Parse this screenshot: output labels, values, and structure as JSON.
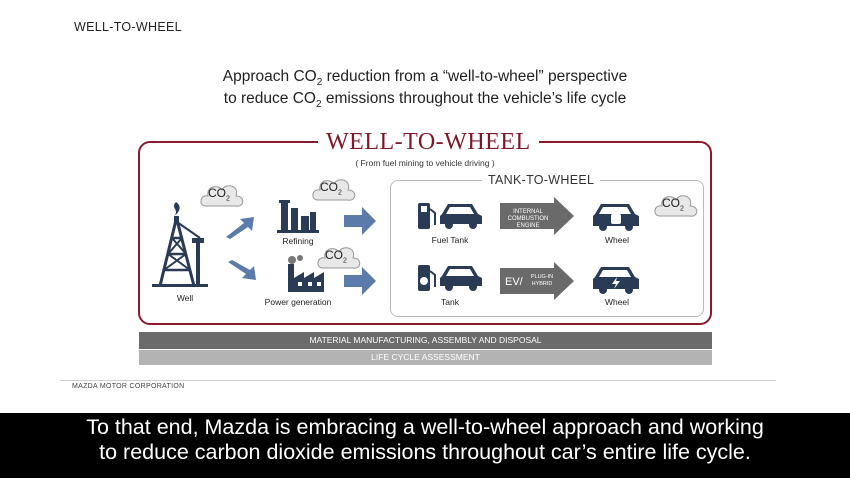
{
  "slide": {
    "header": "WELL-TO-WHEEL",
    "headline_line1_pre": "Approach CO",
    "headline_line1_sub": "2",
    "headline_line1_post": " reduction from a “well-to-wheel” perspective",
    "headline_line2_pre": "to reduce CO",
    "headline_line2_sub": "2",
    "headline_line2_post": " emissions throughout the vehicle’s life cycle",
    "outer_title": "WELL-TO-WHEEL",
    "outer_subtitle": "( From fuel mining to vehicle driving )",
    "inner_title": "TANK-TO-WHEEL",
    "labels": {
      "well": "Well",
      "refining": "Refining",
      "power_generation": "Power generation",
      "fuel_tank": "Fuel Tank",
      "tank": "Tank",
      "wheel_1": "Wheel",
      "wheel_2": "Wheel"
    },
    "co2_cloud": {
      "main": "CO",
      "sub": "2"
    },
    "arrows": {
      "ice_line1": "INTERNAL",
      "ice_line2": "COMBUSTION",
      "ice_line3": "ENGINE",
      "ev_main": "EV/",
      "ev_line1": "PLUG-IN",
      "ev_line2": "HYBRID"
    },
    "bar_material": "MATERIAL MANUFACTURING, ASSEMBLY AND DISPOSAL",
    "bar_lifecycle": "LIFE CYCLE ASSESSMENT",
    "company": "MAZDA MOTOR CORPORATION"
  },
  "caption": {
    "line1": "To that end, Mazda is embracing a well-to-wheel approach and working",
    "line2": "to reduce carbon dioxide emissions throughout car’s entire life cycle."
  },
  "colors": {
    "navy": "#2a3b55",
    "maroon": "#7e1829",
    "steel_blue": "#5b7bab",
    "arrow_gray": "#6a6a6a"
  },
  "icons": [
    "oil-well-icon",
    "refinery-icon",
    "power-plant-icon",
    "fuel-pump-icon",
    "car-icon",
    "co2-cloud-icon",
    "arrow-right-icon"
  ]
}
